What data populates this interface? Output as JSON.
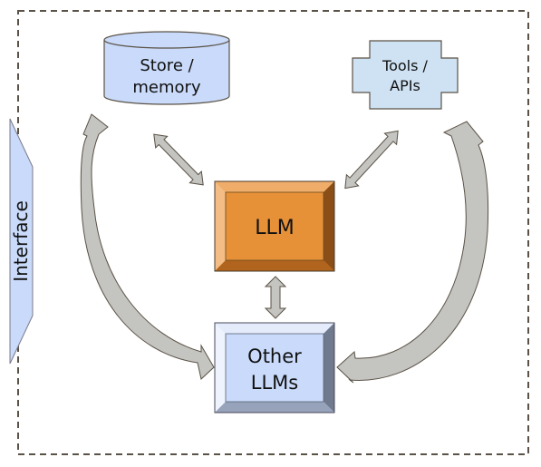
{
  "nodes": {
    "store": {
      "line1": "Store /",
      "line2": "memory"
    },
    "tools": {
      "line1": "Tools /",
      "line2": "APIs"
    },
    "llm": {
      "label": "LLM"
    },
    "other": {
      "line1": "Other",
      "line2": "LLMs"
    },
    "interface": {
      "label": "Interface"
    }
  },
  "colors": {
    "frame": "#5a5246",
    "store_fill": "#c9dafa",
    "tools_fill": "#cfe2f3",
    "llm_fill": "#e69138",
    "other_fill": "#c9dafa",
    "interface_fill": "#c9dafa",
    "arrow_fill": "#c4c4c0"
  }
}
